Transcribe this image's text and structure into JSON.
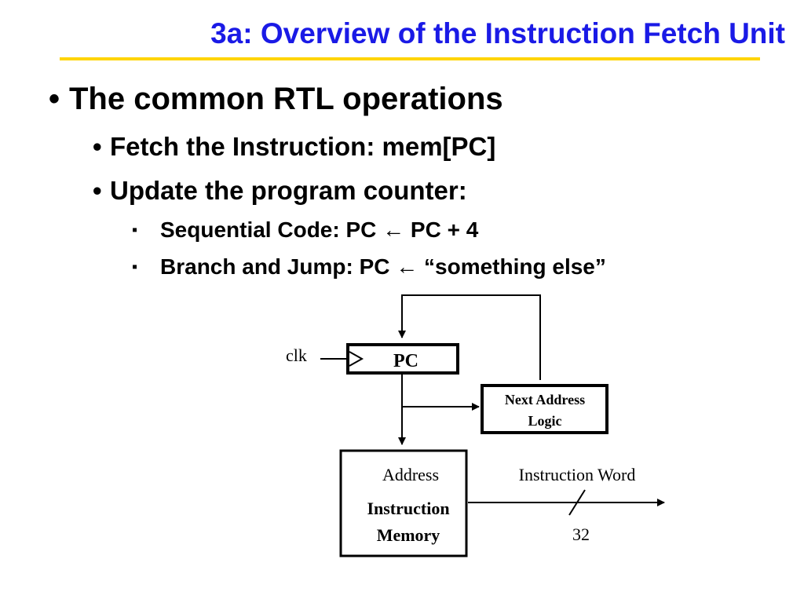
{
  "slide": {
    "title": "3a: Overview of the Instruction Fetch Unit",
    "colors": {
      "title": "#1a1ae6",
      "rule": "#ffd400",
      "text": "#000000"
    }
  },
  "bullets": {
    "l1": {
      "marker": "•",
      "text": "The common RTL operations"
    },
    "l2a": {
      "marker": "•",
      "text": "Fetch the Instruction: mem[PC]"
    },
    "l2b": {
      "marker": "•",
      "text": "Update the program counter:"
    },
    "l3a": {
      "marker": "▪",
      "text": "Sequential Code: PC ← PC + 4"
    },
    "l3b": {
      "marker": "▪",
      "text": "Branch and Jump:   PC ← “something else”"
    }
  },
  "diagram": {
    "clk_label": "clk",
    "pc_label": "PC",
    "next_address_line1": "Next Address",
    "next_address_line2": "Logic",
    "address_label": "Address",
    "memory_line1": "Instruction",
    "memory_line2": "Memory",
    "output_label": "Instruction Word",
    "bus_width": "32"
  }
}
